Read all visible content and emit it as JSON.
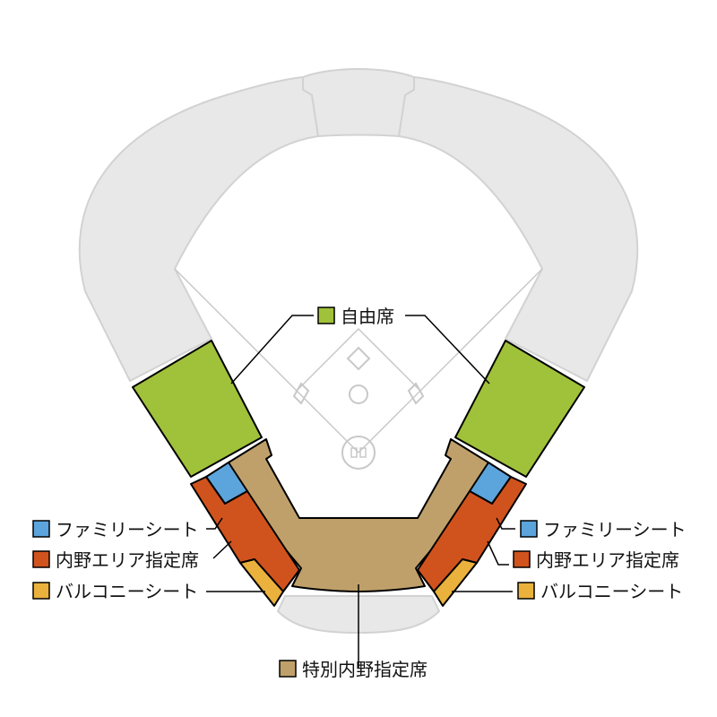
{
  "legend": {
    "jiyu": {
      "label": "自由席",
      "color": "#a0c23a"
    },
    "tokubetsu": {
      "label": "特別内野指定席",
      "color": "#c0a06a"
    },
    "left": {
      "family": {
        "label": "ファミリーシート",
        "color": "#5ca4dc"
      },
      "naiya": {
        "label": "内野エリア指定席",
        "color": "#d0531e"
      },
      "balcony": {
        "label": "バルコニーシート",
        "color": "#eab13c"
      }
    },
    "right": {
      "family": {
        "label": "ファミリーシート",
        "color": "#5ca4dc"
      },
      "naiya": {
        "label": "内野エリア指定席",
        "color": "#d0531e"
      },
      "balcony": {
        "label": "バルコニーシート",
        "color": "#eab13c"
      }
    }
  },
  "colors": {
    "outfield_stands": "#e8e8e8",
    "stand_outline": "#d2d2d2",
    "field_lines": "#c8c8c8",
    "leader_line": "#000000"
  }
}
